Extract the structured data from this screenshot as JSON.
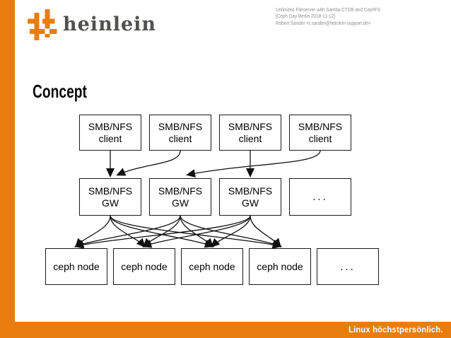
{
  "brand": {
    "logo_text": "heinlein",
    "colors": {
      "orange": "#e87d0e",
      "logo_gray": "#51514f"
    }
  },
  "header": {
    "lines": [
      "Unlimited Fileserver with Samba CTDB and CephFS",
      "[Ceph Day Berlin 2018-11-12]",
      "Robert Sander <r.sander@heinlein-support.de>"
    ]
  },
  "slide": {
    "title": "Concept"
  },
  "diagram": {
    "clients": [
      {
        "line1": "SMB/NFS",
        "line2": "client"
      },
      {
        "line1": "SMB/NFS",
        "line2": "client"
      },
      {
        "line1": "SMB/NFS",
        "line2": "client"
      },
      {
        "line1": "SMB/NFS",
        "line2": "client"
      }
    ],
    "gateways": [
      {
        "line1": "SMB/NFS",
        "line2": "GW"
      },
      {
        "line1": "SMB/NFS",
        "line2": "GW"
      },
      {
        "line1": "SMB/NFS",
        "line2": "GW"
      },
      {
        "ellipsis": "..."
      }
    ],
    "ceph_nodes": [
      {
        "label": "ceph node"
      },
      {
        "label": "ceph node"
      },
      {
        "label": "ceph node"
      },
      {
        "label": "ceph node"
      },
      {
        "ellipsis": "..."
      }
    ],
    "connections": {
      "client_to_gateway": [
        [
          0,
          0
        ],
        [
          1,
          0
        ],
        [
          2,
          2
        ],
        [
          3,
          1
        ]
      ],
      "gateway_to_ceph": "full-mesh"
    }
  },
  "footer": {
    "tagline": "Linux höchstpersönlich."
  }
}
